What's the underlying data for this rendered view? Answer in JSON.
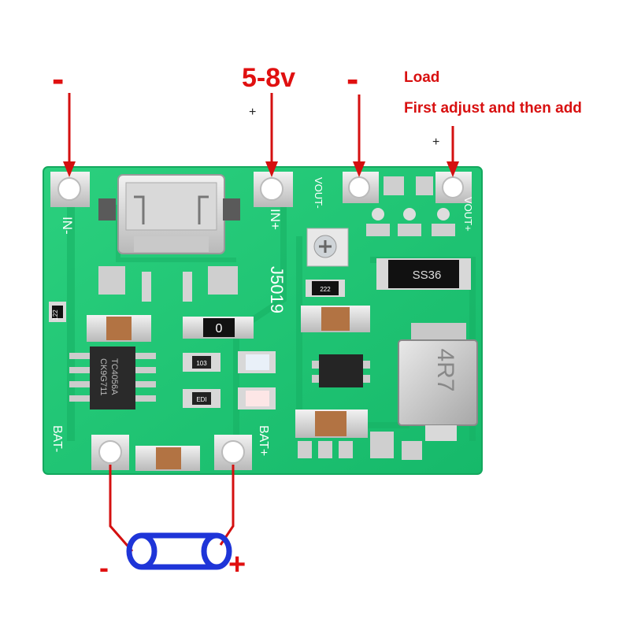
{
  "annotations": {
    "in_minus": "-",
    "voltage": "5-8v",
    "in_plus": "+",
    "out_minus": "-",
    "load_title": "Load",
    "load_note": "First adjust and then add",
    "out_plus": "+",
    "battery_minus": "-",
    "battery_plus": "+"
  },
  "board": {
    "silkscreen": {
      "in_minus": "IN-",
      "in_plus": "IN+",
      "vout_minus": "VOUT-",
      "vout_plus": "VOUT+",
      "bat_minus": "BAT-",
      "bat_plus": "BAT+",
      "model": "J5019"
    },
    "parts": {
      "resistor_122": "122",
      "resistor_222": "222",
      "diode": "SS36",
      "charger_ic_line1": "TC4056A",
      "charger_ic_line2": "CK9G711",
      "inductor": "4R7",
      "cap_small": "0",
      "led_label_1": "103",
      "led_label_2": "EDI"
    }
  },
  "colors": {
    "pcb": "#1fc673",
    "wire": "#d41010",
    "battery": "#1e35d8"
  }
}
